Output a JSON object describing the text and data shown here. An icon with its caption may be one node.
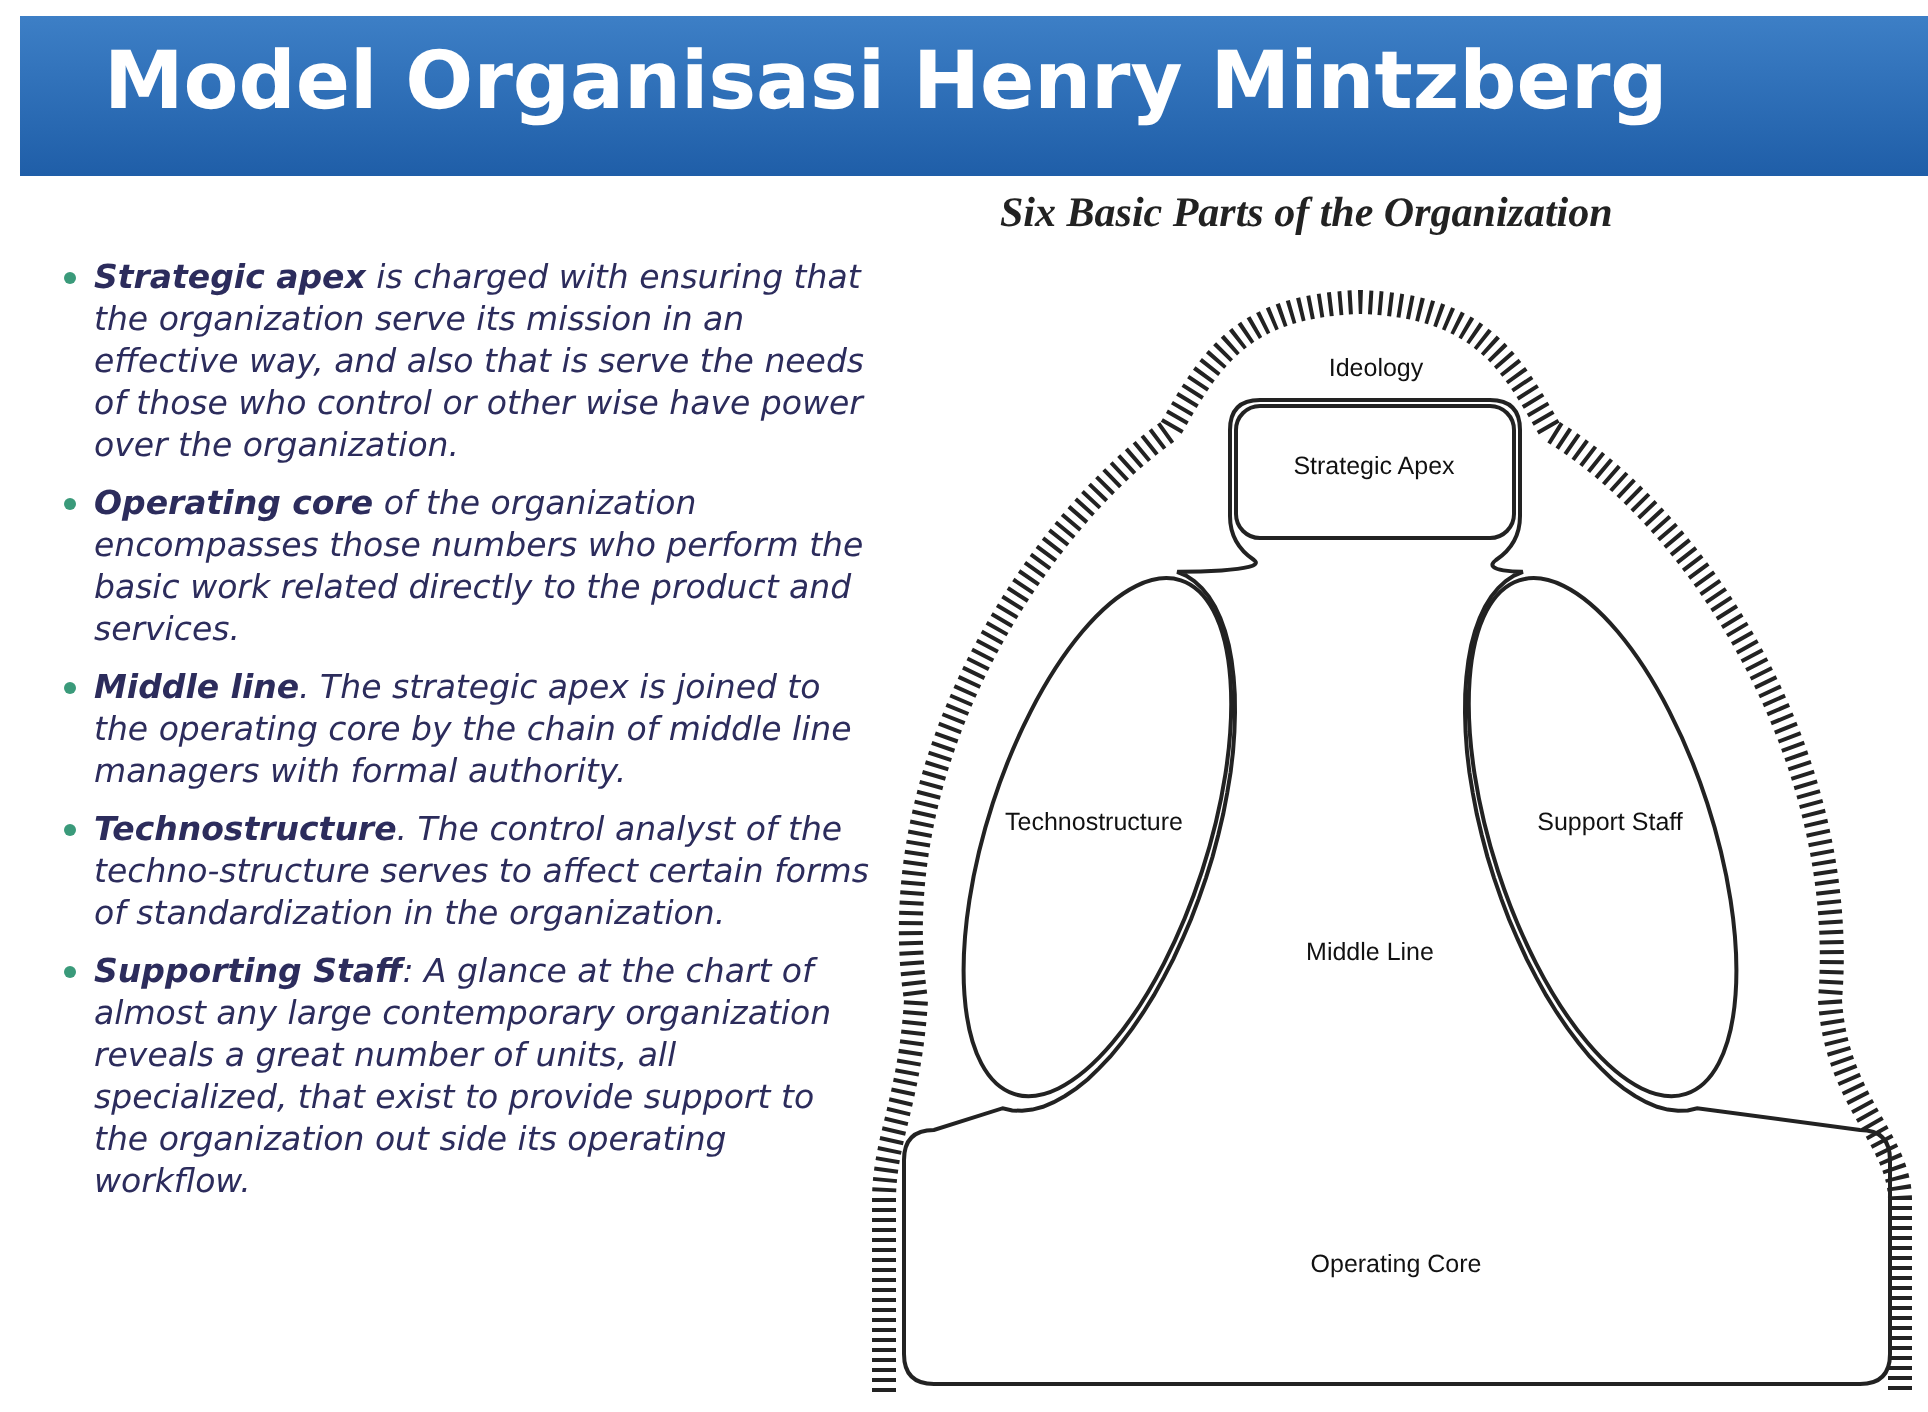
{
  "diagram": {
    "title": "Model Organisasi Henry Mintzberg",
    "caption": "Six Basic Parts of the Organization",
    "nodes": [
      {
        "text": [
          "Ideology"
        ]
      },
      {
        "text": [
          "Strategic Apex"
        ],
        "in": 0
      },
      {
        "text": [
          "Technostructure"
        ],
        "in": 0
      },
      {
        "text": [
          "Support Staff"
        ],
        "in": 0
      },
      {
        "text": [
          "Middle Line"
        ],
        "in": 0
      },
      {
        "text": [
          "Operating Core"
        ],
        "in": 0
      }
    ],
    "edges": [],
    "labels": [
      "**Strategic apex** is charged with ensuring that the organization serve its mission in an effective way, and also that is serve the needs of those who control or other wise have power over the organization.",
      "**Operating core** of the organization encompasses those numbers who perform the basic work related directly to the product and services.",
      "**Middle line**. The strategic apex is joined to the operating core by the chain of middle line managers with formal authority.",
      "**Technostructure**. The control analyst of the techno-structure serves to affect certain forms of standardization in the organization.",
      "**Supporting Staff**: A glance at the chart of almost any large contemporary organization reveals a great number of units, all specialized, that exist to provide support to the organization out side its operating workflow."
    ]
  }
}
